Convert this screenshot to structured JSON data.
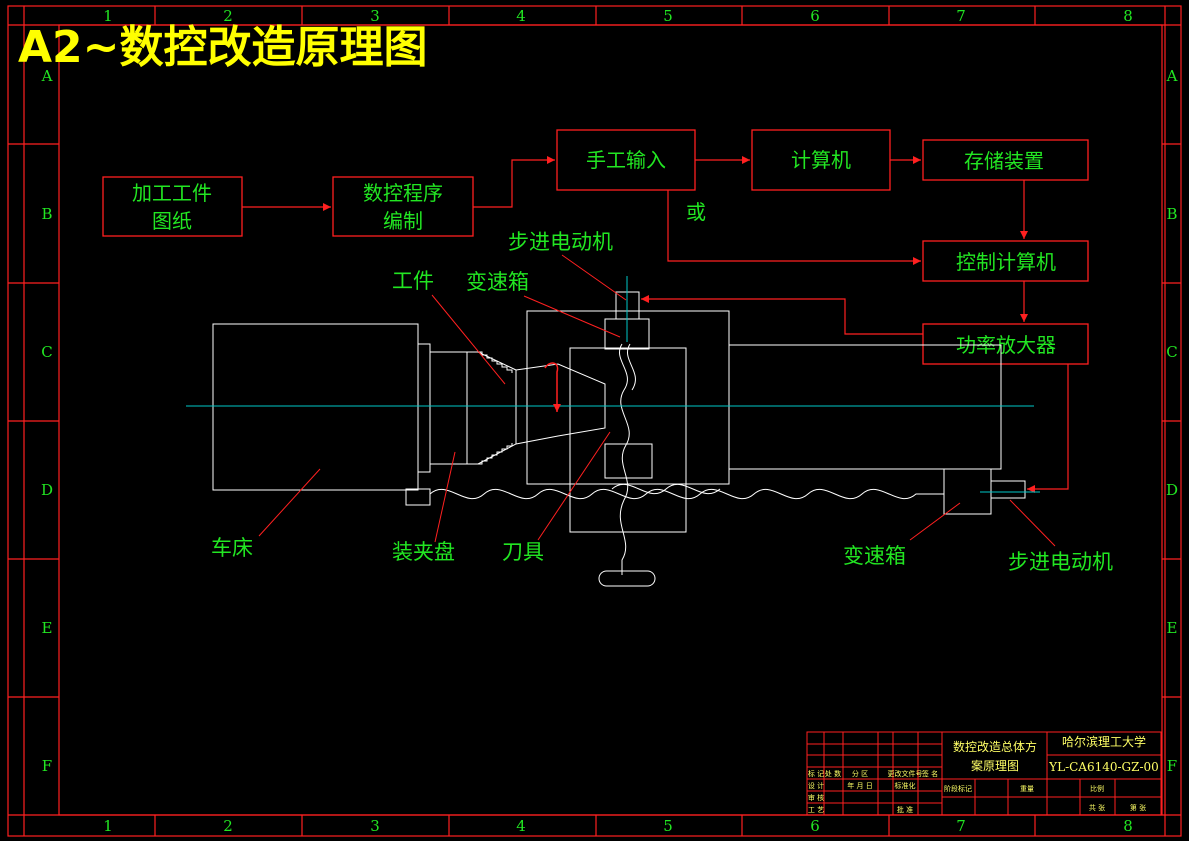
{
  "title": "A2~数控改造原理图",
  "colors": {
    "frame": "#ff2020",
    "text": "#22e622",
    "title": "#ffff00",
    "axis": "#00c8c8",
    "machine": "#ffffff",
    "arrow": "#ff2020"
  },
  "zones": {
    "top": [
      "1",
      "2",
      "3",
      "4",
      "5",
      "6",
      "7",
      "8"
    ],
    "bottom": [
      "1",
      "2",
      "3",
      "4",
      "5",
      "6",
      "7",
      "8"
    ],
    "left": [
      "A",
      "B",
      "C",
      "D",
      "E",
      "F"
    ],
    "right": [
      "A",
      "B",
      "C",
      "D",
      "E",
      "F"
    ]
  },
  "flow_boxes": {
    "drawing_l1": "加工工件",
    "drawing_l2": "图纸",
    "program_l1": "数控程序",
    "program_l2": "编制",
    "manual_input": "手工输入",
    "computer": "计算机",
    "storage": "存储装置",
    "control_computer": "控制计算机",
    "power_amp": "功率放大器"
  },
  "or_label": "或",
  "callouts": {
    "stepper_top": "步进电动机",
    "workpiece": "工件",
    "gearbox_top": "变速箱",
    "lathe": "车床",
    "chuck": "装夹盘",
    "tool": "刀具",
    "gearbox_bottom": "变速箱",
    "stepper_bottom": "步进电动机"
  },
  "title_block": {
    "drawing_name_l1": "数控改造总体方",
    "drawing_name_l2": "案原理图",
    "school": "哈尔滨理工大学",
    "drawing_no": "YL-CA6140-GZ-00",
    "r1": "标 记",
    "r2": "处 数",
    "r3": "分 区",
    "r4": "更改文件号",
    "r5": "签 名",
    "r6": "年 月 日",
    "r7": "设 计",
    "r8": "标准化",
    "r9": "审 核",
    "r10": "工 艺",
    "r11": "批 准",
    "c1": "阶段标记",
    "c2": "重量",
    "c3": "比例",
    "c4": "共 张",
    "c5": "第 张"
  }
}
